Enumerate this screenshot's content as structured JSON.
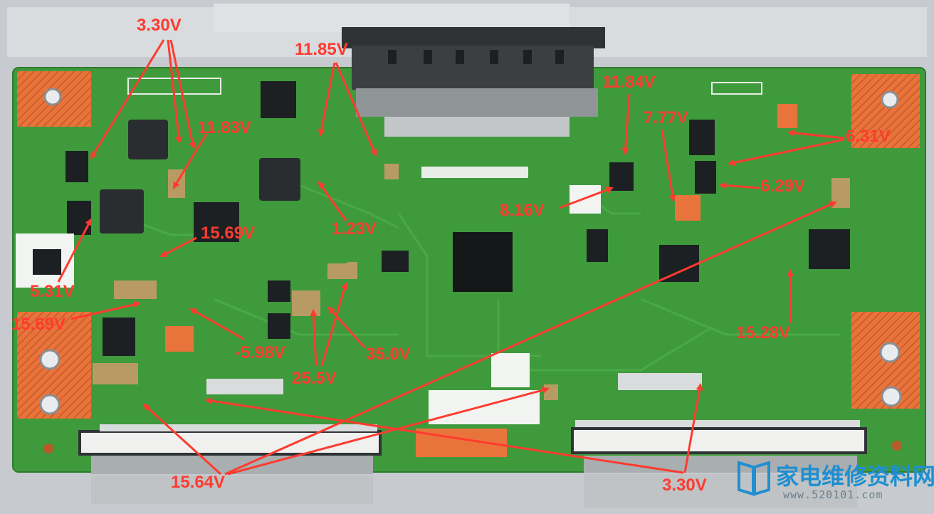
{
  "voltages": {
    "v_3_30_top": "3.30V",
    "v_11_85": "11.85V",
    "v_11_84": "11.84V",
    "v_11_83": "11.83V",
    "v_7_77": "7.77V",
    "v_6_31": "6.31V",
    "v_6_29": "6.29V",
    "v_8_16": "8.16V",
    "v_1_23": "1.23V",
    "v_15_69": "15.69V",
    "v_5_31": "5.31V",
    "v_15_69_left": "15.69V",
    "v_minus_5_98": "-5.98V",
    "v_35_0": "35.0V",
    "v_25_5": "25.5V",
    "v_15_28": "15.28V",
    "v_15_64": "15.64V",
    "v_3_30_bottom": "3.30V"
  },
  "watermark": {
    "site_name": "家电维修资料网",
    "site_url": "www.520101.com"
  },
  "colors": {
    "pcb_green": "#3f9a3c",
    "pad_orange": "#e8743c",
    "annotation_red": "#ff3b2f",
    "watermark_blue": "#1f8fd0"
  }
}
